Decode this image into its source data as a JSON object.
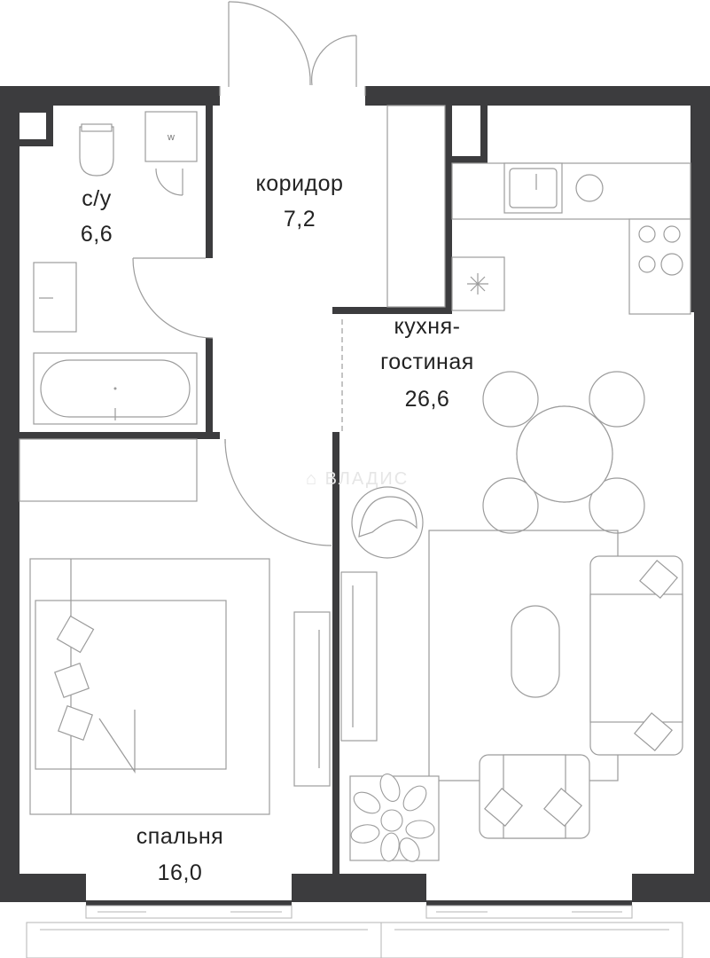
{
  "rooms": {
    "bathroom": {
      "name": "с/у",
      "area": "6,6"
    },
    "corridor": {
      "name": "коридор",
      "area": "7,2"
    },
    "kitchen_living": {
      "name_line1": "кухня-",
      "name_line2": "гостиная",
      "area": "26,6"
    },
    "bedroom": {
      "name": "спальня",
      "area": "16,0"
    }
  },
  "labels": {
    "washer": "w"
  },
  "colors": {
    "wall": "#3c3c3e",
    "line": "#9c9c9c",
    "background": "#ffffff"
  }
}
